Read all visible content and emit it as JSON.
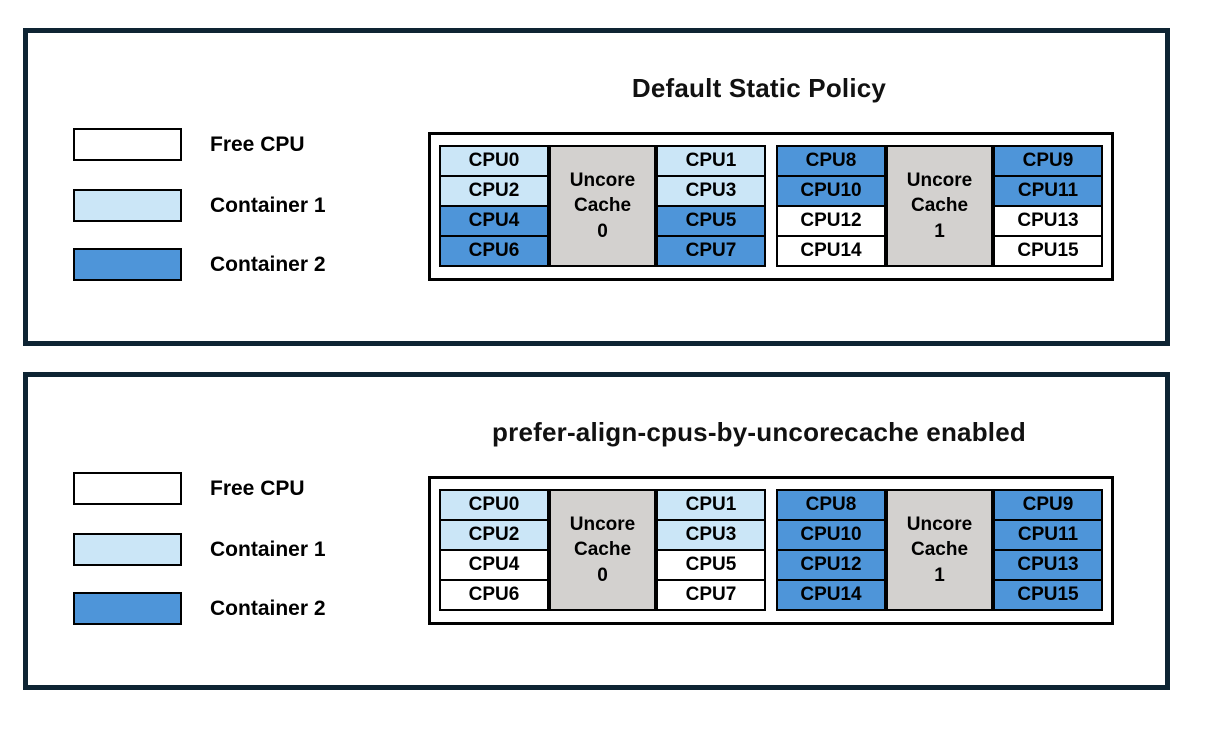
{
  "colors": {
    "free": "#ffffff",
    "container1": "#cbe6f7",
    "container2": "#4e95d9",
    "uncore": "#d3d1cf",
    "panel_border": "#0e2433"
  },
  "legend": {
    "items": [
      {
        "label": "Free CPU",
        "state": "free"
      },
      {
        "label": "Container 1",
        "state": "container1"
      },
      {
        "label": "Container 2",
        "state": "container2"
      }
    ]
  },
  "panels": [
    {
      "title": "Default Static Policy",
      "groups": [
        {
          "uncore_label": "Uncore\nCache\n0",
          "left": [
            {
              "label": "CPU0",
              "state": "container1"
            },
            {
              "label": "CPU2",
              "state": "container1"
            },
            {
              "label": "CPU4",
              "state": "container2"
            },
            {
              "label": "CPU6",
              "state": "container2"
            }
          ],
          "right": [
            {
              "label": "CPU1",
              "state": "container1"
            },
            {
              "label": "CPU3",
              "state": "container1"
            },
            {
              "label": "CPU5",
              "state": "container2"
            },
            {
              "label": "CPU7",
              "state": "container2"
            }
          ]
        },
        {
          "uncore_label": "Uncore\nCache\n1",
          "left": [
            {
              "label": "CPU8",
              "state": "container2"
            },
            {
              "label": "CPU10",
              "state": "container2"
            },
            {
              "label": "CPU12",
              "state": "free"
            },
            {
              "label": "CPU14",
              "state": "free"
            }
          ],
          "right": [
            {
              "label": "CPU9",
              "state": "container2"
            },
            {
              "label": "CPU11",
              "state": "container2"
            },
            {
              "label": "CPU13",
              "state": "free"
            },
            {
              "label": "CPU15",
              "state": "free"
            }
          ]
        }
      ]
    },
    {
      "title": "prefer-align-cpus-by-uncorecache enabled",
      "groups": [
        {
          "uncore_label": "Uncore\nCache\n0",
          "left": [
            {
              "label": "CPU0",
              "state": "container1"
            },
            {
              "label": "CPU2",
              "state": "container1"
            },
            {
              "label": "CPU4",
              "state": "free"
            },
            {
              "label": "CPU6",
              "state": "free"
            }
          ],
          "right": [
            {
              "label": "CPU1",
              "state": "container1"
            },
            {
              "label": "CPU3",
              "state": "container1"
            },
            {
              "label": "CPU5",
              "state": "free"
            },
            {
              "label": "CPU7",
              "state": "free"
            }
          ]
        },
        {
          "uncore_label": "Uncore\nCache\n1",
          "left": [
            {
              "label": "CPU8",
              "state": "container2"
            },
            {
              "label": "CPU10",
              "state": "container2"
            },
            {
              "label": "CPU12",
              "state": "container2"
            },
            {
              "label": "CPU14",
              "state": "container2"
            }
          ],
          "right": [
            {
              "label": "CPU9",
              "state": "container2"
            },
            {
              "label": "CPU11",
              "state": "container2"
            },
            {
              "label": "CPU13",
              "state": "container2"
            },
            {
              "label": "CPU15",
              "state": "container2"
            }
          ]
        }
      ]
    }
  ]
}
